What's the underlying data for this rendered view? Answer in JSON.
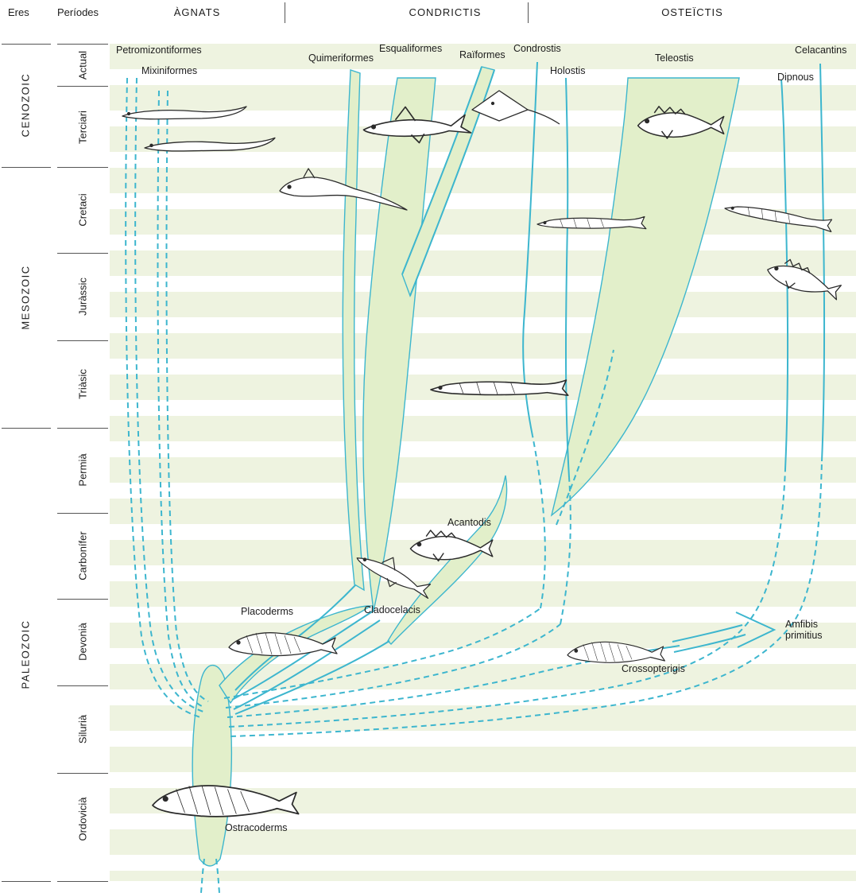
{
  "header": {
    "eres": "Eres",
    "periodes": "Períodes",
    "groups": [
      "ÀGNATS",
      "CONDRICTIS",
      "OSTEÏCTIS"
    ]
  },
  "eras": [
    "CENOZOIC",
    "MESOZOIC",
    "PALEOZOIC"
  ],
  "periods": [
    "Actual",
    "Terciari",
    "Cretaci",
    "Juràssic",
    "Triàsic",
    "Permià",
    "Carbonífer",
    "Devonià",
    "Silurià",
    "Ordovicià"
  ],
  "taxa": [
    "Petromizontiformes",
    "Mixiniformes",
    "Quimeriformes",
    "Esqualiformes",
    "Raïformes",
    "Condrostis",
    "Holostis",
    "Teleostis",
    "Dipnous",
    "Celacantins",
    "Acantodis",
    "Cladocelacis",
    "Placoderms",
    "Crossopterigis",
    "Ostracoderms",
    "Amfibis primitius"
  ],
  "colors": {
    "lineage_line": "#3db6ce",
    "band_green": "#eef3e0",
    "lineage_fill": "#e2efca"
  }
}
